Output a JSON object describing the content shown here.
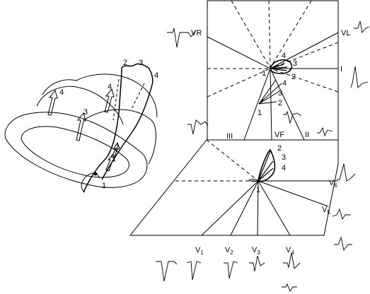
{
  "frontal_plane": {
    "lead_labels": {
      "vr": "VR",
      "vl": "VL",
      "i": "I",
      "iii": "III",
      "vf": "VF",
      "ii": "II"
    },
    "loop_numbers": [
      "1",
      "2",
      "3",
      "4"
    ],
    "vector_numbers": [
      "1",
      "2",
      "3",
      "4"
    ]
  },
  "horizontal_plane": {
    "lead_labels": {
      "v6": {
        "main": "V",
        "sub": "6"
      },
      "v5": {
        "main": "V",
        "sub": "5"
      },
      "v1": {
        "main": "V",
        "sub": "1"
      },
      "v2": {
        "main": "V",
        "sub": "2"
      },
      "v3": {
        "main": "V",
        "sub": "3"
      },
      "v4": {
        "main": "V",
        "sub": "4"
      }
    },
    "loop_numbers": [
      "1",
      "2",
      "3",
      "4"
    ]
  },
  "heart": {
    "vector_numbers": [
      "1",
      "2",
      "3",
      "4"
    ],
    "trace_numbers": [
      "1",
      "2",
      "3",
      "4"
    ]
  },
  "colors": {
    "ink": "#000000",
    "paper": "#ffffff"
  }
}
